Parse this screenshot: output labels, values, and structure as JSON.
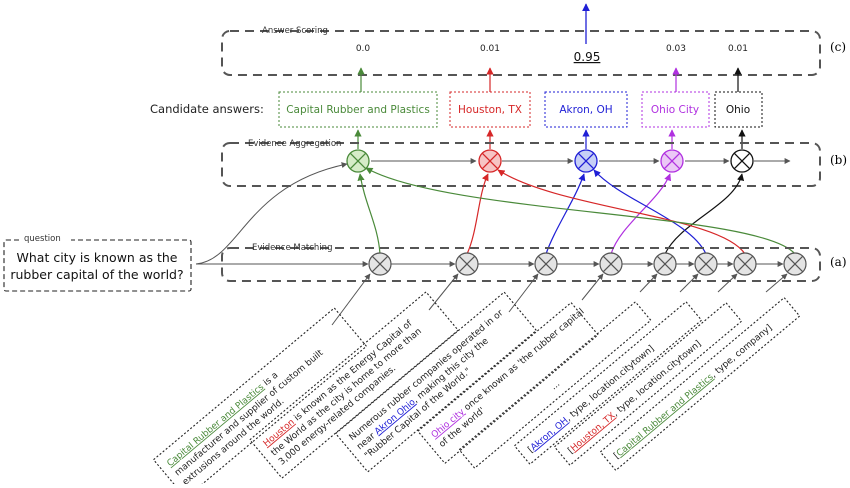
{
  "labels": {
    "answer_scoring": "Answer Scoring",
    "evidence_aggregation": "Evidence Aggregation",
    "evidence_matching": "Evidence Matching",
    "question_tag": "question",
    "candidate_answers": "Candidate answers:",
    "tag_c": "(c)",
    "tag_b": "(b)",
    "tag_a": "(a)"
  },
  "question": {
    "line1": "What city is known as the",
    "line2": "rubber capital of the world?"
  },
  "scores": [
    "0.0",
    "0.01",
    "0.95",
    "0.03",
    "0.01"
  ],
  "candidates": [
    {
      "text": "Capital Rubber and Plastics",
      "color": "#4a8a3a"
    },
    {
      "text": "Houston, TX",
      "color": "#d62728"
    },
    {
      "text": "Akron, OH",
      "color": "#1f1fd6"
    },
    {
      "text": "Ohio City",
      "color": "#b030e0"
    },
    {
      "text": "Ohio",
      "color": "#111111"
    }
  ],
  "evidence": [
    {
      "lines": [
        [
          {
            "t": "Capital Rubber and Plastics",
            "c": "#4a8a3a",
            "u": true
          },
          {
            "t": " is a"
          }
        ],
        [
          {
            "t": "manufacturer and supplier of custom built"
          }
        ],
        [
          {
            "t": "extrusions around the world."
          }
        ]
      ]
    },
    {
      "lines": [
        [
          {
            "t": "Houston",
            "c": "#d62728",
            "u": true
          },
          {
            "t": " is known as the Energy Capital of"
          }
        ],
        [
          {
            "t": "the World as the city is home to more than"
          }
        ],
        [
          {
            "t": "3,000 energy-related companies."
          }
        ]
      ]
    },
    {
      "lines": [
        [
          {
            "t": "Numerous rubber companies operated in or"
          }
        ],
        [
          {
            "t": "near "
          },
          {
            "t": "Akron Ohio",
            "c": "#1f1fd6",
            "u": true
          },
          {
            "t": ", making this city the"
          }
        ],
        [
          {
            "t": "\"Rubber Capital of the World.\""
          }
        ]
      ]
    },
    {
      "lines": [
        [
          {
            "t": "Ohio city",
            "c": "#b030e0",
            "u": true
          },
          {
            "t": " once known as 'the rubber capital"
          }
        ],
        [
          {
            "t": "of the world'"
          }
        ]
      ]
    },
    {
      "lines": [
        [
          {
            "t": "..."
          }
        ]
      ]
    },
    {
      "lines": [
        [
          {
            "t": "["
          },
          {
            "t": "Akron, OH",
            "c": "#1f1fd6",
            "u": true
          },
          {
            "t": ", type, location.citytown]"
          }
        ]
      ]
    },
    {
      "lines": [
        [
          {
            "t": "["
          },
          {
            "t": "Houston, TX",
            "c": "#d62728",
            "u": true
          },
          {
            "t": ", type, location.citytown]"
          }
        ]
      ]
    },
    {
      "lines": [
        [
          {
            "t": "["
          },
          {
            "t": "Capital Rubber and Plastics",
            "c": "#4a8a3a",
            "u": true
          },
          {
            "t": ", type, company]"
          }
        ]
      ]
    }
  ],
  "colors": {
    "green": "#4a8a3a",
    "red": "#d62728",
    "blue": "#1f1fd6",
    "purple": "#b030e0",
    "black": "#111111",
    "gray": "#555555"
  }
}
